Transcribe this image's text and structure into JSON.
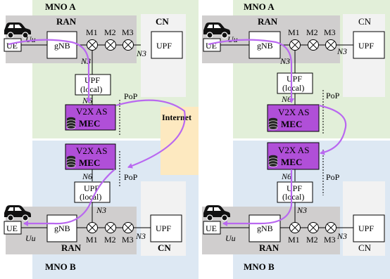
{
  "left": {
    "mno_a": "MNO A",
    "mno_b": "MNO B",
    "ran_top": "RAN",
    "ran_bottom": "RAN",
    "cn_top": "CN",
    "cn_bottom": "CN",
    "ue_top": "UE",
    "ue_bottom": "UE",
    "gnb_top": "gNB",
    "gnb_bottom": "gNB",
    "uu_top": "Uu",
    "uu_bottom": "Uu",
    "m_top": [
      "M1",
      "M2",
      "M3"
    ],
    "m_bottom": [
      "M1",
      "M2",
      "M3"
    ],
    "n3_cn_top": "N3",
    "n3_cn_bottom": "N3",
    "upf_cn_top": "UPF",
    "upf_cn_bottom": "UPF",
    "n3_local_top": "N3",
    "n3_local_bottom": "N3",
    "upf_local_top": [
      "UPF",
      "(local)"
    ],
    "upf_local_bottom": [
      "UPF",
      "(local)"
    ],
    "n6_top": "N6",
    "n6_bottom": "N6",
    "pop_top": "PoP",
    "pop_bottom": "PoP",
    "v2x_top": [
      "V2X AS",
      "MEC"
    ],
    "v2x_bottom": [
      "V2X AS",
      "MEC"
    ],
    "internet": "Internet"
  },
  "right": {
    "mno_a": "MNO A",
    "mno_b": "MNO B",
    "ran_top": "RAN",
    "ran_bottom": "RAN",
    "cn_top": "CN",
    "cn_bottom": "CN",
    "ue_top": "UE",
    "ue_bottom": "UE",
    "gnb_top": "gNB",
    "gnb_bottom": "gNB",
    "uu_top": "Uu",
    "uu_bottom": "Uu",
    "m_top": [
      "M1",
      "M2",
      "M3"
    ],
    "m_bottom": [
      "M1",
      "M2",
      "M3"
    ],
    "n3_cn_top": "N3",
    "n3_cn_bottom": "N3",
    "upf_cn_top": "UPF",
    "upf_cn_bottom": "UPF",
    "n3_local_top": "N3",
    "n3_local_bottom": "N3",
    "upf_local_top": [
      "UPF",
      "(local)"
    ],
    "upf_local_bottom": [
      "UPF",
      "(local)"
    ],
    "n6_top": "N6",
    "n6_bottom": "N6",
    "pop_top": "PoP",
    "pop_bottom": "PoP",
    "v2x_top": [
      "V2X AS",
      "MEC"
    ],
    "v2x_bottom": [
      "V2X AS",
      "MEC"
    ]
  },
  "colors": {
    "mno_a_bg": "#e2efd9",
    "mno_b_bg": "#dde8f3",
    "ran_bg": "#d0cece",
    "cn_bg": "#f2f2f2",
    "internet_bg": "#fde9c0",
    "mec": "#b04fd8",
    "path": "#b968f0"
  }
}
